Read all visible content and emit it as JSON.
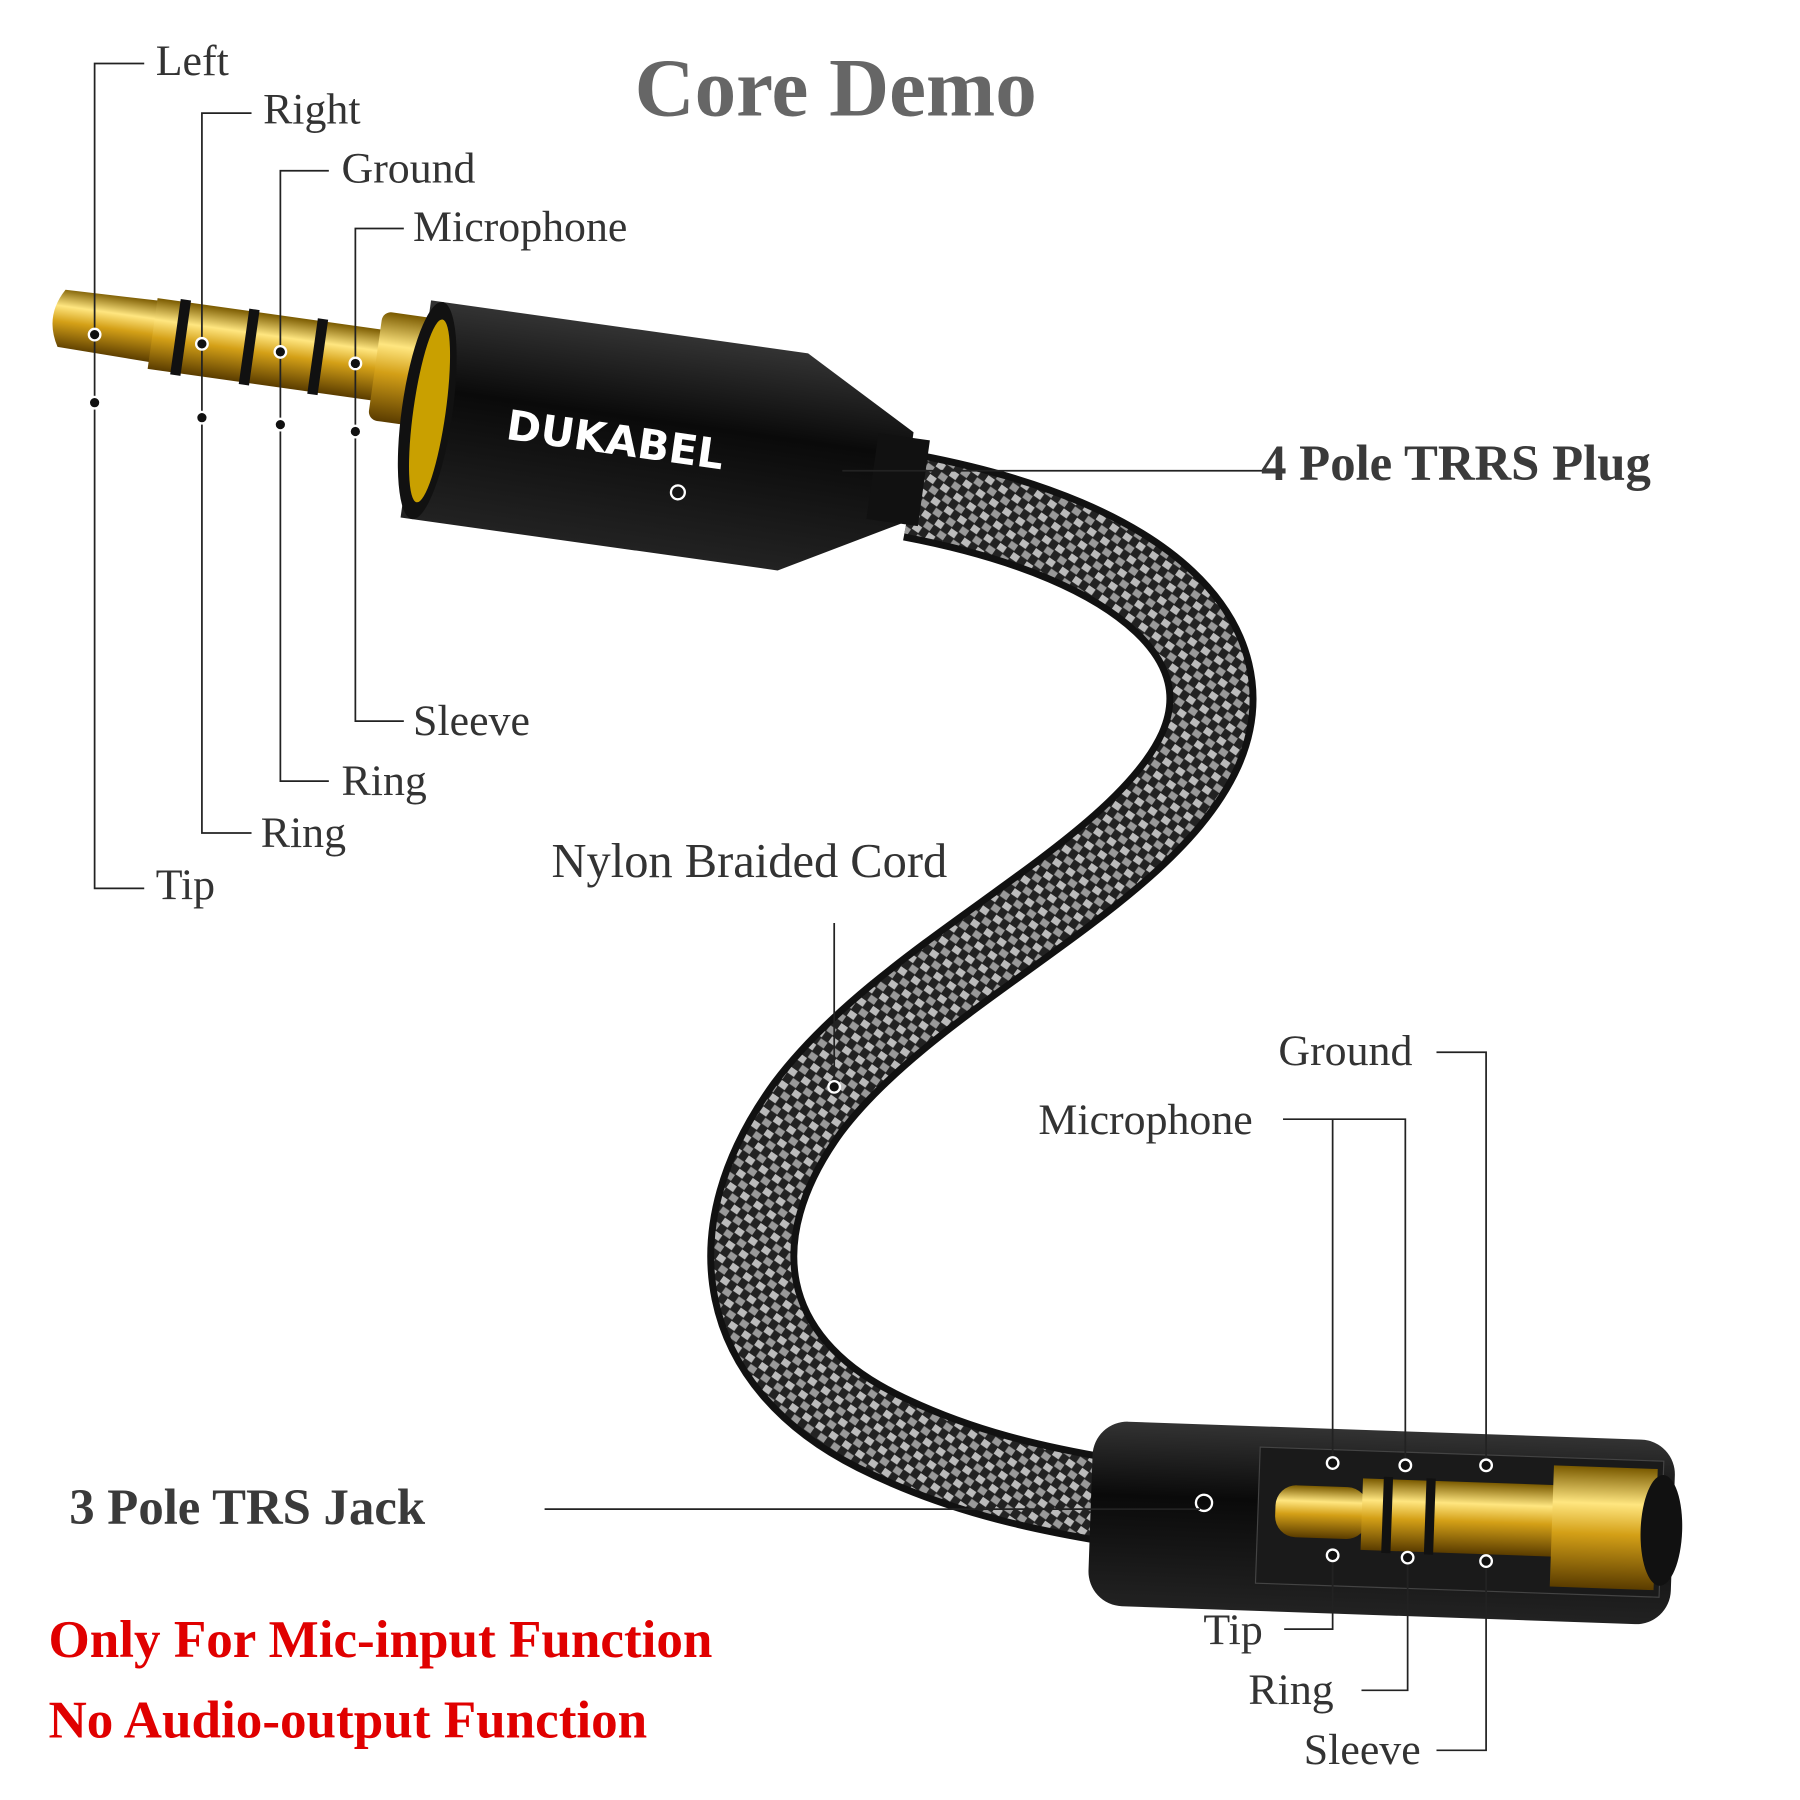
{
  "title": "Core Demo",
  "brand": "DUKABEL",
  "plug": {
    "name": "4 Pole TRRS Plug",
    "top_labels": [
      "Left",
      "Right",
      "Ground",
      "Microphone"
    ],
    "bottom_labels": [
      "Sleeve",
      "Ring",
      "Ring",
      "Tip"
    ]
  },
  "cord": {
    "name": "Nylon Braided Cord"
  },
  "jack": {
    "name": "3 Pole TRS Jack",
    "top_labels": [
      "Ground",
      "Microphone"
    ],
    "bottom_labels": [
      "Tip",
      "Ring",
      "Sleeve"
    ]
  },
  "notes": [
    "Only For Mic-input Function",
    "No Audio-output Function"
  ],
  "colors": {
    "warning": "#e00000",
    "gold": "#d4a017",
    "title": "#666666"
  }
}
